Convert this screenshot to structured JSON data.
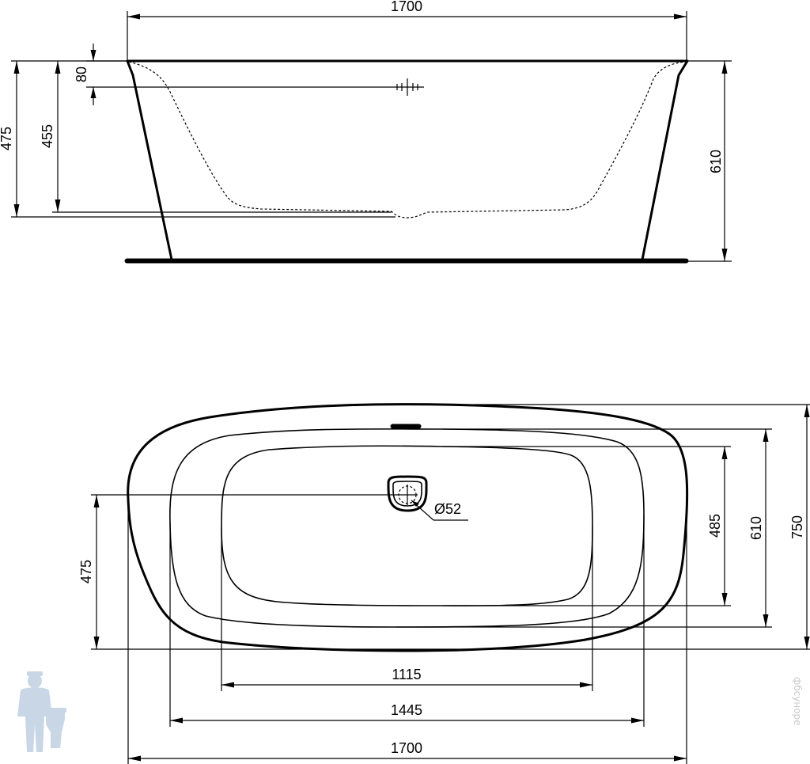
{
  "side_view": {
    "dim_length": "1700",
    "dim_overflow": "80",
    "dim_outer_left": "475",
    "dim_inner_left": "455",
    "dim_height_right": "610"
  },
  "top_view": {
    "dim_drain_diameter": "Ø52",
    "dim_drain_offset": "475",
    "dim_width_inner": "485",
    "dim_width_mid": "610",
    "dim_width_outer": "750",
    "dim_len_inner": "1115",
    "dim_len_mid": "1445",
    "dim_len_outer": "1700"
  },
  "watermark": {
    "vertical_text": "фбсуноре"
  },
  "colors": {
    "line": "#000000",
    "watermark_figure": "#c8d6e6",
    "watermark_text": "#c9c9c9"
  }
}
